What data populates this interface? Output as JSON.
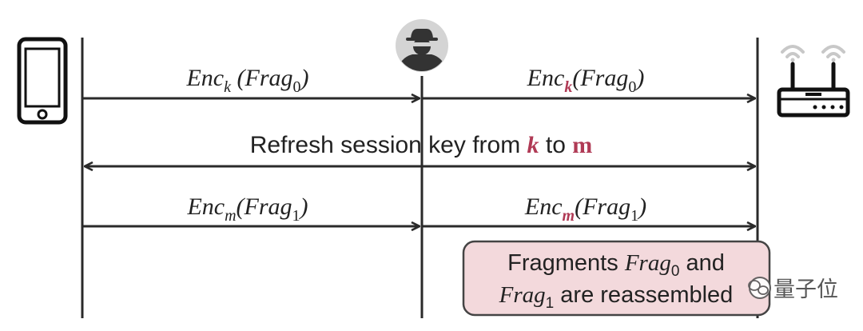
{
  "messages": {
    "left_1": {
      "base": "Enc",
      "key": "k",
      "frag": "Frag",
      "idx": "0"
    },
    "right_1": {
      "base": "Enc",
      "key": "k",
      "frag": "Frag",
      "idx": "0"
    },
    "refresh": {
      "prefix": "Refresh session key from ",
      "from_key": "k",
      "middle": " to ",
      "to_key": "m"
    },
    "left_2": {
      "base": "Enc",
      "key": "m",
      "frag": "Frag",
      "idx": "1"
    },
    "right_2": {
      "base": "Enc",
      "key": "m",
      "frag": "Frag",
      "idx": "1"
    }
  },
  "note": {
    "line1_prefix": "Fragments ",
    "frag": "Frag",
    "idx0": "0",
    "line1_suffix": " and",
    "idx1": "1",
    "line2_suffix": " are reassembled"
  },
  "watermark": {
    "text": "量子位"
  },
  "icons": {
    "left": "smartphone-icon",
    "middle": "attacker-spy-icon",
    "right": "wifi-router-icon"
  },
  "colors": {
    "line": "#2a2a2a",
    "accent": "#b03a55",
    "note_bg": "#f3d9dc",
    "note_border": "#444444"
  }
}
